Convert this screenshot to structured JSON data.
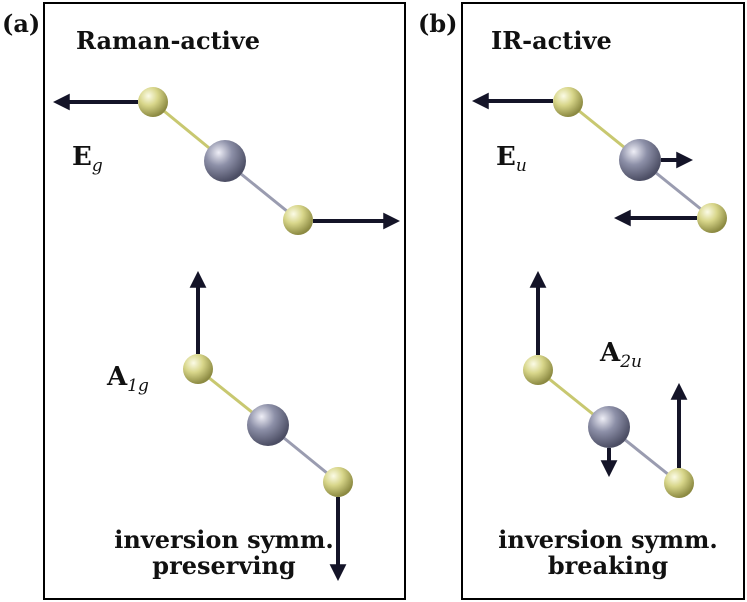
{
  "panels": [
    {
      "tag": "(a)",
      "title": "Raman-active",
      "mode_top": {
        "symbol": "E",
        "subscript": "g"
      },
      "mode_bottom": {
        "symbol": "A",
        "subscript": "1g"
      },
      "caption_line1": "inversion symm.",
      "caption_line2": "preserving"
    },
    {
      "tag": "(b)",
      "title": "IR-active",
      "mode_top": {
        "symbol": "E",
        "subscript": "u"
      },
      "mode_bottom": {
        "symbol": "A",
        "subscript": "2u"
      },
      "caption_line1": "inversion symm.",
      "caption_line2": "breaking"
    }
  ],
  "colors": {
    "arrow": "#141428",
    "frame": "#000000",
    "outer_atom": "#d8d68a",
    "center_atom": "#8d90a8",
    "bond_outer": "#c8c870",
    "bond_center": "#9a9cb0"
  }
}
